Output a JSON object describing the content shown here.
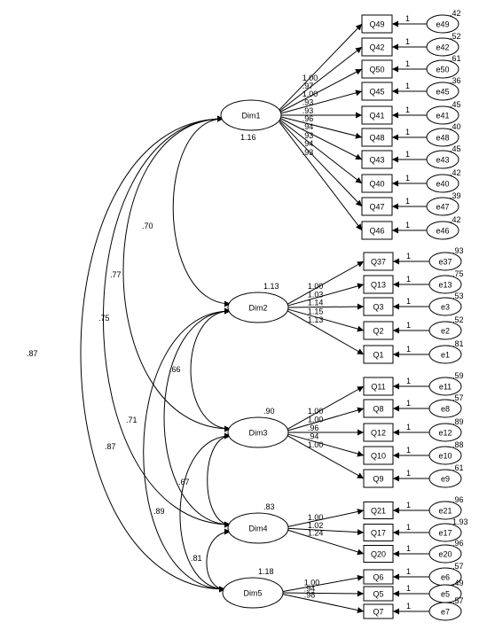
{
  "factors": [
    {
      "id": "Dim1",
      "label": "Dim1",
      "variance": "1.16"
    },
    {
      "id": "Dim2",
      "label": "Dim2",
      "variance": "1.13"
    },
    {
      "id": "Dim3",
      "label": "Dim3",
      "variance": ".90"
    },
    {
      "id": "Dim4",
      "label": "Dim4",
      "variance": ".83"
    },
    {
      "id": "Dim5",
      "label": "Dim5",
      "variance": "1.18"
    }
  ],
  "indicators": [
    {
      "factor": "Dim1",
      "item": "Q49",
      "loading": "1.00",
      "error": "e49",
      "err_var": ".42"
    },
    {
      "factor": "Dim1",
      "item": "Q42",
      "loading": ".97",
      "error": "e42",
      "err_var": ".52"
    },
    {
      "factor": "Dim1",
      "item": "Q50",
      "loading": "1.00",
      "error": "e50",
      "err_var": ".61"
    },
    {
      "factor": "Dim1",
      "item": "Q45",
      "loading": ".93",
      "error": "e45",
      "err_var": ".36"
    },
    {
      "factor": "Dim1",
      "item": "Q41",
      "loading": ".93",
      "error": "e41",
      "err_var": ".45"
    },
    {
      "factor": "Dim1",
      "item": "Q48",
      "loading": ".96",
      "error": "e48",
      "err_var": ".40"
    },
    {
      "factor": "Dim1",
      "item": "Q43",
      "loading": ".94",
      "error": "e43",
      "err_var": ".45"
    },
    {
      "factor": "Dim1",
      "item": "Q40",
      "loading": ".93",
      "error": "e40",
      "err_var": ".42"
    },
    {
      "factor": "Dim1",
      "item": "Q47",
      "loading": ".94",
      "error": "e47",
      "err_var": ".39"
    },
    {
      "factor": "Dim1",
      "item": "Q46",
      "loading": ".93",
      "error": "e46",
      "err_var": ".42"
    },
    {
      "factor": "Dim2",
      "item": "Q37",
      "loading": "1.00",
      "error": "e37",
      "err_var": ".93"
    },
    {
      "factor": "Dim2",
      "item": "Q13",
      "loading": "1.03",
      "error": "e13",
      "err_var": ".75"
    },
    {
      "factor": "Dim2",
      "item": "Q3",
      "loading": "1.14",
      "error": "e3",
      "err_var": ".53"
    },
    {
      "factor": "Dim2",
      "item": "Q2",
      "loading": "1.15",
      "error": "e2",
      "err_var": ".52"
    },
    {
      "factor": "Dim2",
      "item": "Q1",
      "loading": "1.13",
      "error": "e1",
      "err_var": ".81"
    },
    {
      "factor": "Dim3",
      "item": "Q11",
      "loading": "1.00",
      "error": "e11",
      "err_var": ".59"
    },
    {
      "factor": "Dim3",
      "item": "Q8",
      "loading": "1.00",
      "error": "e8",
      "err_var": ".57"
    },
    {
      "factor": "Dim3",
      "item": "Q12",
      "loading": ".96",
      "error": "e12",
      "err_var": ".89"
    },
    {
      "factor": "Dim3",
      "item": "Q10",
      "loading": ".94",
      "error": "e10",
      "err_var": ".88"
    },
    {
      "factor": "Dim3",
      "item": "Q9",
      "loading": "1.00",
      "error": "e9",
      "err_var": ".61"
    },
    {
      "factor": "Dim4",
      "item": "Q21",
      "loading": "1.00",
      "error": "e21",
      "err_var": ".96"
    },
    {
      "factor": "Dim4",
      "item": "Q17",
      "loading": "1.02",
      "error": "e17",
      "err_var": "1.93"
    },
    {
      "factor": "Dim4",
      "item": "Q20",
      "loading": "1.24",
      "error": "e20",
      "err_var": ".96"
    },
    {
      "factor": "Dim5",
      "item": "Q6",
      "loading": "1.00",
      "error": "e6",
      "err_var": ".57"
    },
    {
      "factor": "Dim5",
      "item": "Q5",
      "loading": ".94",
      "error": "e5",
      "err_var": ".49"
    },
    {
      "factor": "Dim5",
      "item": "Q7",
      "loading": ".98",
      "error": "e7",
      "err_var": ".57"
    }
  ],
  "error_path_label": "1",
  "covariances": [
    {
      "from": "Dim1",
      "to": "Dim2",
      "value": ".70"
    },
    {
      "from": "Dim1",
      "to": "Dim3",
      "value": ".77"
    },
    {
      "from": "Dim1",
      "to": "Dim4",
      "value": ".75"
    },
    {
      "from": "Dim1",
      "to": "Dim5",
      "value": ".87"
    },
    {
      "from": "Dim2",
      "to": "Dim3",
      "value": ".66"
    },
    {
      "from": "Dim2",
      "to": "Dim4",
      "value": ".71"
    },
    {
      "from": "Dim2",
      "to": "Dim5",
      "value": ".87"
    },
    {
      "from": "Dim3",
      "to": "Dim4",
      "value": ".67"
    },
    {
      "from": "Dim3",
      "to": "Dim5",
      "value": ".89"
    },
    {
      "from": "Dim4",
      "to": "Dim5",
      "value": ".81"
    }
  ]
}
